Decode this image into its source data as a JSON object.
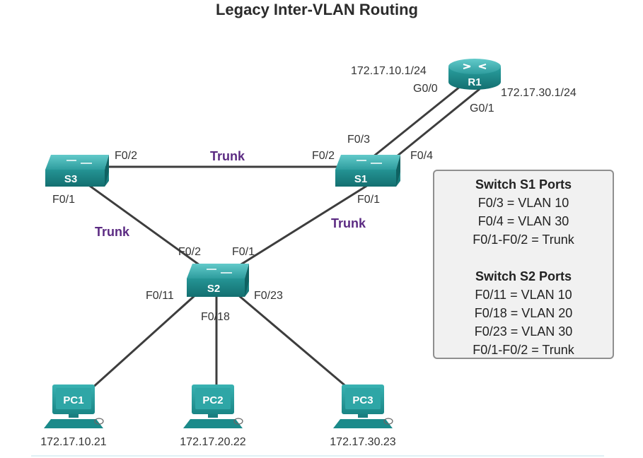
{
  "title": "Legacy Inter-VLAN Routing",
  "colors": {
    "device": "#1e8f8f",
    "device_top": "#3ab1b1",
    "trunk_label": "#5b2a82",
    "link": "#3d3d3d"
  },
  "router": {
    "name": "R1",
    "icon": "router-icon",
    "g00_label": "G0/0",
    "g00_ip": "172.17.10.1/24",
    "g01_label": "G0/1",
    "g01_ip": "172.17.30.1/24"
  },
  "switches": {
    "s1": {
      "name": "S1",
      "icon": "switch-icon",
      "ports": {
        "f03": "F0/3",
        "f04": "F0/4",
        "f02": "F0/2",
        "f01": "F0/1"
      }
    },
    "s2": {
      "name": "S2",
      "icon": "switch-icon",
      "ports": {
        "f02": "F0/2",
        "f01": "F0/1",
        "f011": "F0/11",
        "f018": "F0/18",
        "f023": "F0/23"
      }
    },
    "s3": {
      "name": "S3",
      "icon": "switch-icon",
      "ports": {
        "f02": "F0/2",
        "f01": "F0/1"
      }
    }
  },
  "links": {
    "trunk_label": "Trunk"
  },
  "pcs": [
    {
      "name": "PC1",
      "icon": "pc-icon",
      "ip": "172.17.10.21"
    },
    {
      "name": "PC2",
      "icon": "pc-icon",
      "ip": "172.17.20.22"
    },
    {
      "name": "PC3",
      "icon": "pc-icon",
      "ip": "172.17.30.23"
    }
  ],
  "info": {
    "s1_heading": "Switch S1 Ports",
    "s1_lines": [
      "F0/3 = VLAN 10",
      "F0/4 = VLAN 30",
      "F0/1-F0/2 = Trunk"
    ],
    "s2_heading": "Switch S2 Ports",
    "s2_lines": [
      "F0/11 = VLAN 10",
      "F0/18 = VLAN 20",
      "F0/23 = VLAN 30",
      "F0/1-F0/2 = Trunk"
    ]
  }
}
